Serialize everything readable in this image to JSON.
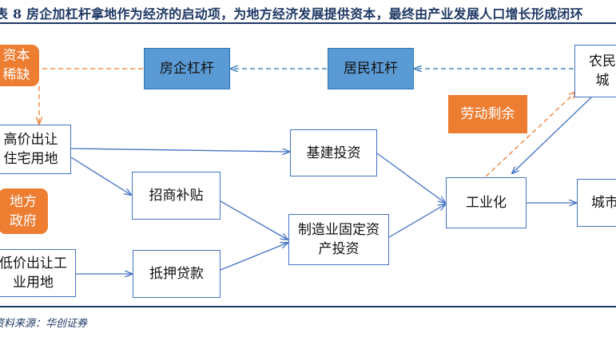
{
  "header": {
    "title": "表 8  房企加杠杆拿地作为经济的启动项，为地方经济发展提供资本，最终由产业发展人口增长形成闭环"
  },
  "nodes": {
    "capital_scarcity": "资本\n稀缺",
    "local_government": "地方\n政府",
    "high_price_land": "高价出让\n住宅用地",
    "low_price_land": "低价出让工\n业用地",
    "developer_leverage": "房企杠杆",
    "resident_leverage": "居民杠杆",
    "rural_to_city": "农民\n城",
    "labor_surplus": "劳动剩余",
    "infrastructure_investment": "基建投资",
    "investment_subsidy": "招商补贴",
    "manufacturing_investment": "制造业固定资\n产投资",
    "mortgage_loan": "抵押贷款",
    "industrialization": "工业化",
    "city": "城市"
  },
  "footer": {
    "source": "资料来源：华创证券"
  },
  "colors": {
    "title": "#1f3864",
    "box_border": "#4472c4",
    "blue_fill": "#5b9bd5",
    "orange_fill": "#ed7d31",
    "solid_arrow": "#4472c4",
    "dashed_blue": "#2e75b6",
    "dashed_orange": "#ed7d31"
  }
}
